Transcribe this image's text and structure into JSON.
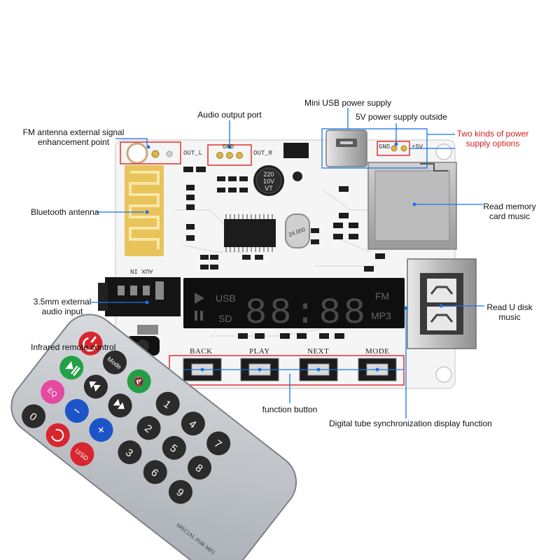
{
  "annotations": {
    "fm_antenna": [
      "FM antenna external signal",
      "enhancement point"
    ],
    "audio_output": "Audio output port",
    "mini_usb": "Mini USB power supply",
    "five_v_outside": "5V power supply outside",
    "two_kinds": [
      "Two kinds of power",
      "supply options"
    ],
    "bluetooth_antenna": "Bluetooth antenna",
    "read_memory_card": [
      "Read memory",
      "card music"
    ],
    "audio_input": [
      "3.5mm external",
      "audio input"
    ],
    "read_u_disk": [
      "Read U disk",
      "music"
    ],
    "infrared": "Infrared remote control",
    "function_button": "function button",
    "digital_tube": "Digital tube synchronization display function"
  },
  "board": {
    "silkscreen": {
      "out_l": "OUT_L",
      "gnd_top": "GND",
      "out_r": "OUT_R",
      "gnd_power": "GND",
      "plus5v": "+5V",
      "aux_in": "AUX IN"
    },
    "capacitor_text": [
      "220",
      "10V",
      "VT"
    ],
    "crystal_text": "24.000",
    "display": {
      "usb": "USB",
      "sd": "SD",
      "fm": "FM",
      "mp3": "MP3",
      "digits": "88:88"
    },
    "buttons": [
      "BACK",
      "PLAY",
      "NEXT",
      "MODE"
    ]
  },
  "remote": {
    "keys": {
      "mode": "Mode",
      "eq": "EQ",
      "usd": "U/SD",
      "plus": "+",
      "minus": "−",
      "digits": [
        "0",
        "1",
        "2",
        "3",
        "4",
        "5",
        "6",
        "7",
        "8",
        "9"
      ]
    },
    "brand": "SPECIAL FOR MP3"
  },
  "colors": {
    "annotation_line": "#1a73e8",
    "highlight_box": "#e03030",
    "board": "#f4f4f4",
    "remote_body": "#c9cdd2",
    "key_dark": "#2b2b2b",
    "key_red": "#d8262e",
    "key_green": "#23a047",
    "key_blue": "#1d55c8",
    "key_pink": "#e64aa0"
  }
}
